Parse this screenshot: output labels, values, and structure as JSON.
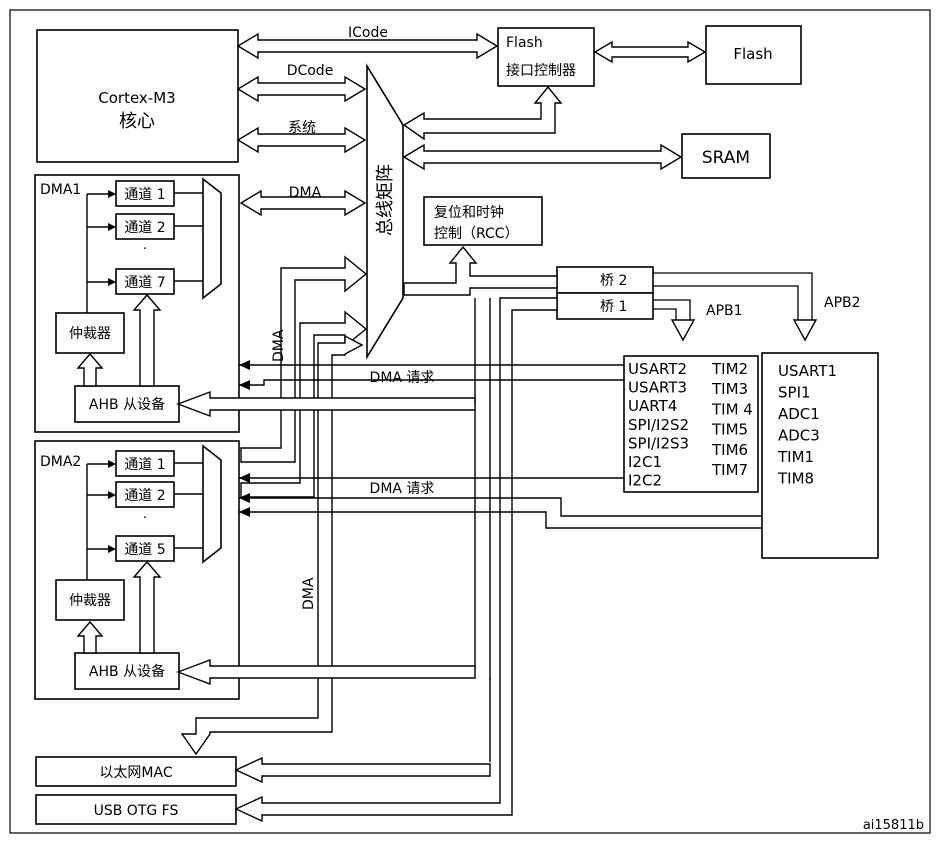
{
  "core": {
    "line1": "Cortex-M3",
    "line2": "核心"
  },
  "buses": {
    "icode": "ICode",
    "dcode": "DCode",
    "system": "系统",
    "dma": "DMA"
  },
  "flash_ctrl": {
    "line1": "Flash",
    "line2": "接口控制器"
  },
  "flash": "Flash",
  "sram": "SRAM",
  "bus_matrix": "总线矩阵",
  "rcc": {
    "line1": "复位和时钟",
    "line2": "控制（RCC）"
  },
  "bridge2": "桥  2",
  "bridge1": "桥  1",
  "apb1": "APB1",
  "apb2": "APB2",
  "dma1": {
    "title": "DMA1",
    "channels": [
      "通道 1",
      "通道 2",
      "通道 7"
    ],
    "ellipsis": "·",
    "arbiter": "仲裁器",
    "ahb_slave": "AHB 从设备"
  },
  "dma2": {
    "title": "DMA2",
    "channels": [
      "通道 1",
      "通道 2",
      "通道 5"
    ],
    "ellipsis": "·",
    "arbiter": "仲裁器",
    "ahb_slave": "AHB 从设备"
  },
  "dma_label_vertical_1": "DMA",
  "dma_label_vertical_2": "DMA",
  "dma_request_1": "DMA 请求",
  "dma_request_2": "DMA 请求",
  "apb1_periph_col1": [
    "USART2",
    "USART3",
    "UART4",
    "SPI/I2S2",
    "SPI/I2S3",
    "I2C1",
    "I2C2"
  ],
  "apb1_periph_col2": [
    "TIM2",
    "TIM3",
    "TIM 4",
    "TIM5",
    "TIM6",
    "TIM7"
  ],
  "apb2_periph": [
    "USART1",
    "SPI1",
    "ADC1",
    "ADC3",
    "TIM1",
    "TIM8"
  ],
  "ethernet": "以太网MAC",
  "usb": "USB OTG FS",
  "figure_id": "ai15811b"
}
